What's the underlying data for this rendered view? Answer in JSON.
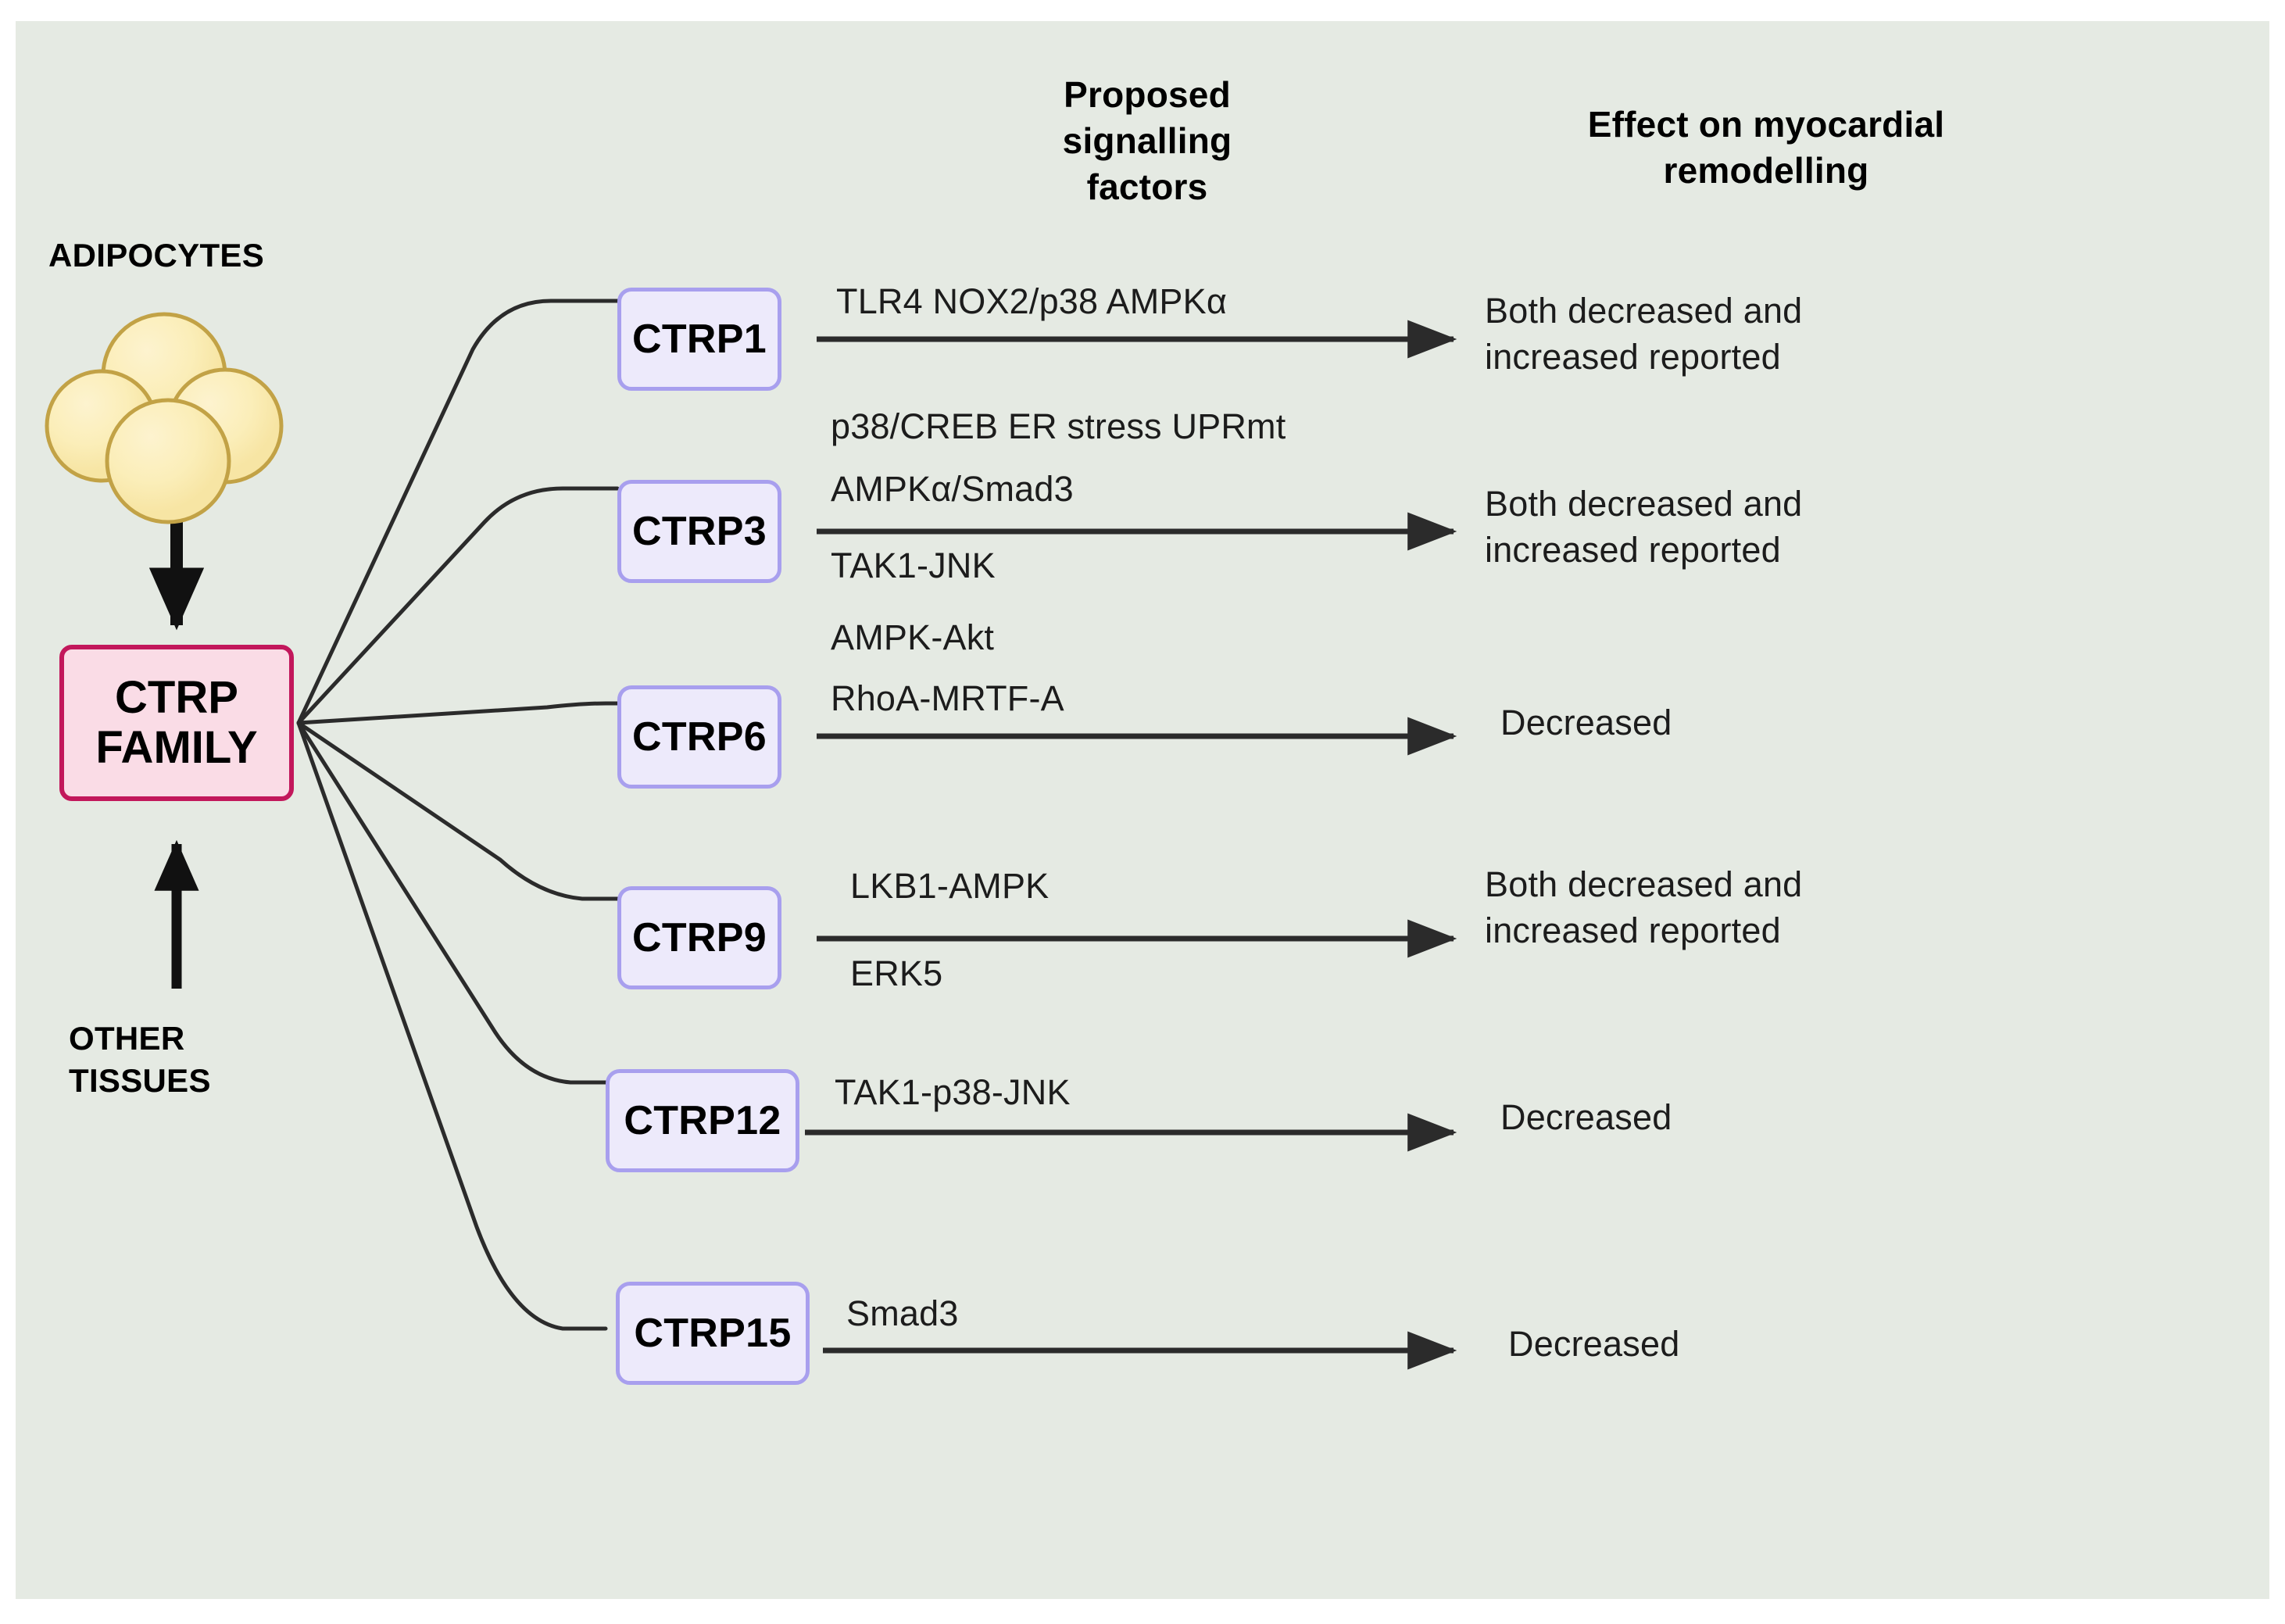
{
  "diagram": {
    "background_color": "#e5eae3",
    "headers": {
      "signalling": "Proposed\nsignalling\nfactors",
      "signalling_lines": [
        "Proposed",
        "signalling",
        "factors"
      ],
      "effect": "Effect on myocardial\nremodelling",
      "effect_lines": [
        "Effect on myocardial",
        "remodelling"
      ]
    },
    "sources": {
      "top_label": "ADIPOCYTES",
      "bottom_label_lines": [
        "OTHER",
        "TISSUES"
      ],
      "bottom_label": "OTHER TISSUES"
    },
    "hub": {
      "label_lines": [
        "CTRP",
        "FAMILY"
      ],
      "label": "CTRP FAMILY",
      "fill_color": "#fadce6",
      "border_color": "#c2175b"
    },
    "node_style": {
      "fill_color": "#edeafb",
      "border_color": "#a89fee"
    },
    "rows": [
      {
        "node": "CTRP1",
        "factors": [
          "TLR4  NOX2/p38  AMPKα"
        ],
        "factors_above": [
          "TLR4  NOX2/p38  AMPKα"
        ],
        "factors_below": [],
        "effect_lines": [
          "Both decreased and",
          "increased reported"
        ],
        "effect": "Both decreased and increased reported"
      },
      {
        "node": "CTRP3",
        "factors": [
          "p38/CREB  ER stress  UPRmt",
          "AMPKα/Smad3",
          "TAK1-JNK"
        ],
        "factors_above": [
          "p38/CREB  ER stress  UPRmt",
          "AMPKα/Smad3"
        ],
        "factors_below": [
          "TAK1-JNK"
        ],
        "effect_lines": [
          "Both decreased and",
          "increased reported"
        ],
        "effect": "Both decreased and increased reported"
      },
      {
        "node": "CTRP6",
        "factors": [
          "AMPK-Akt",
          "RhoA-MRTF-A"
        ],
        "factors_above": [
          "AMPK-Akt",
          "RhoA-MRTF-A"
        ],
        "factors_below": [],
        "effect_lines": [
          "Decreased"
        ],
        "effect": "Decreased"
      },
      {
        "node": "CTRP9",
        "factors": [
          "LKB1-AMPK",
          "ERK5"
        ],
        "factors_above": [
          "LKB1-AMPK"
        ],
        "factors_below": [
          "ERK5"
        ],
        "effect_lines": [
          "Both decreased and",
          "increased reported"
        ],
        "effect": "Both decreased and increased reported"
      },
      {
        "node": "CTRP12",
        "factors": [
          "TAK1-p38-JNK"
        ],
        "factors_above": [
          "TAK1-p38-JNK"
        ],
        "factors_below": [],
        "effect_lines": [
          "Decreased"
        ],
        "effect": "Decreased"
      },
      {
        "node": "CTRP15",
        "factors": [
          "Smad3"
        ],
        "factors_above": [
          "Smad3"
        ],
        "factors_below": [],
        "effect_lines": [
          "Decreased"
        ],
        "effect": "Decreased"
      }
    ]
  }
}
